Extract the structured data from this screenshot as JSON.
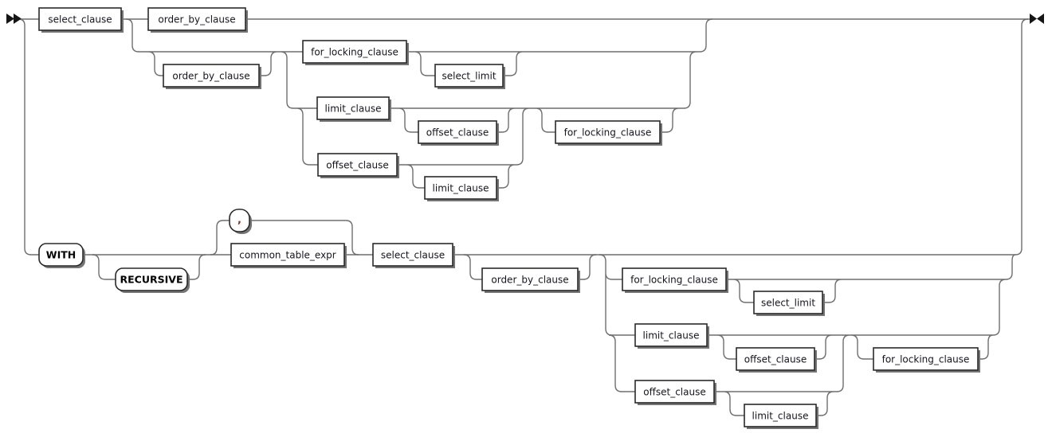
{
  "diagram": {
    "kind": "railroad-syntax-diagram",
    "colors": {
      "background": "#ffffff",
      "line": "#6e6e6e",
      "box_border": "#2a2a2a",
      "box_fill": "#ffffff",
      "box_shadow": "#757575",
      "nonterminal_text": "#14141e",
      "terminal_text": "#000000",
      "comma_text": "#8b2f2f",
      "marker": "#151515"
    },
    "markers": {
      "start_icon": "double-right-arrow",
      "end_icon": "arrow-bowtie"
    },
    "nodes": [
      {
        "label": "select_clause",
        "kind": "nonterminal"
      },
      {
        "label": "order_by_clause",
        "kind": "nonterminal"
      },
      {
        "label": "order_by_clause",
        "kind": "nonterminal"
      },
      {
        "label": "for_locking_clause",
        "kind": "nonterminal"
      },
      {
        "label": "select_limit",
        "kind": "nonterminal"
      },
      {
        "label": "limit_clause",
        "kind": "nonterminal"
      },
      {
        "label": "offset_clause",
        "kind": "nonterminal"
      },
      {
        "label": "for_locking_clause",
        "kind": "nonterminal"
      },
      {
        "label": "offset_clause",
        "kind": "nonterminal"
      },
      {
        "label": "limit_clause",
        "kind": "nonterminal"
      },
      {
        "label": "WITH",
        "kind": "terminal"
      },
      {
        "label": "RECURSIVE",
        "kind": "terminal"
      },
      {
        "label": ",",
        "kind": "terminal"
      },
      {
        "label": "common_table_expr",
        "kind": "nonterminal"
      },
      {
        "label": "select_clause",
        "kind": "nonterminal"
      },
      {
        "label": "order_by_clause",
        "kind": "nonterminal"
      },
      {
        "label": "for_locking_clause",
        "kind": "nonterminal"
      },
      {
        "label": "select_limit",
        "kind": "nonterminal"
      },
      {
        "label": "limit_clause",
        "kind": "nonterminal"
      },
      {
        "label": "offset_clause",
        "kind": "nonterminal"
      },
      {
        "label": "for_locking_clause",
        "kind": "nonterminal"
      },
      {
        "label": "offset_clause",
        "kind": "nonterminal"
      },
      {
        "label": "limit_clause",
        "kind": "nonterminal"
      }
    ]
  }
}
